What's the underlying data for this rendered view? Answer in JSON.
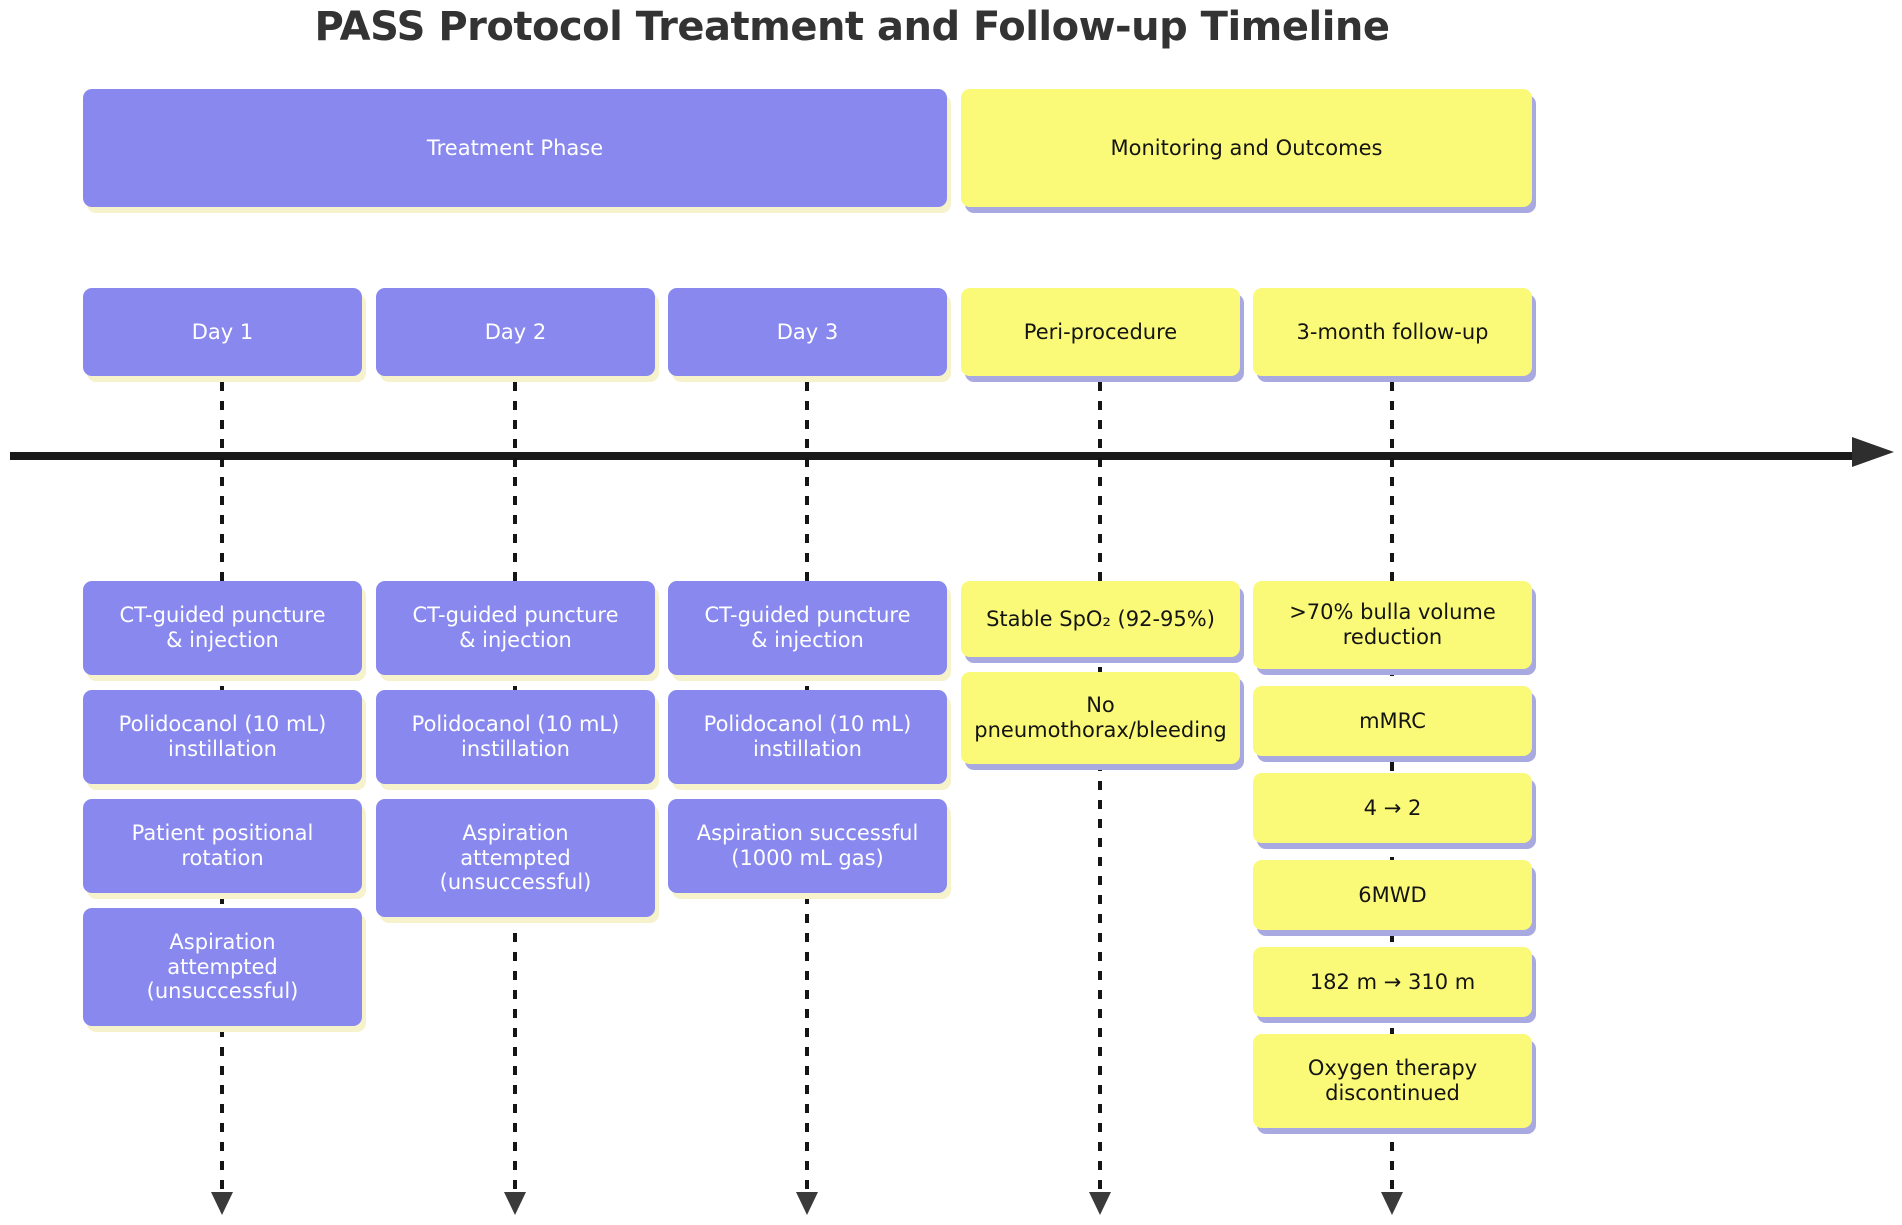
{
  "title": "PASS Protocol Treatment and Follow-up Timeline",
  "colors": {
    "treatment_fill": "#8888ee",
    "monitoring_fill": "#fafa78",
    "treatment_shadow": "#f6f2cc",
    "monitoring_shadow": "#a9a9e2",
    "timeline_line": "#1a1a1a",
    "title_text": "#333333",
    "text_on_purple": "#ffffff",
    "text_on_yellow": "#141414"
  },
  "phases": [
    {
      "label": "Treatment Phase"
    },
    {
      "label": "Monitoring and Outcomes"
    }
  ],
  "columns": [
    {
      "header": "Day 1",
      "items": [
        {
          "lines": [
            "CT-guided puncture",
            "& injection"
          ]
        },
        {
          "lines": [
            "Polidocanol (10 mL)",
            "instillation"
          ]
        },
        {
          "lines": [
            "Patient positional",
            "rotation"
          ]
        },
        {
          "lines": [
            "Aspiration",
            "attempted",
            "(unsuccessful)"
          ]
        }
      ]
    },
    {
      "header": "Day 2",
      "items": [
        {
          "lines": [
            "CT-guided puncture",
            "& injection"
          ]
        },
        {
          "lines": [
            "Polidocanol (10 mL)",
            "instillation"
          ]
        },
        {
          "lines": [
            "Aspiration",
            "attempted",
            "(unsuccessful)"
          ]
        }
      ]
    },
    {
      "header": "Day 3",
      "items": [
        {
          "lines": [
            "CT-guided puncture",
            "& injection"
          ]
        },
        {
          "lines": [
            "Polidocanol (10 mL)",
            "instillation"
          ]
        },
        {
          "lines": [
            "Aspiration successful",
            "(1000 mL gas)"
          ]
        }
      ]
    },
    {
      "header": "Peri-procedure",
      "items": [
        {
          "lines": [
            "Stable SpO₂ (92-95%)"
          ]
        },
        {
          "lines": [
            "No",
            "pneumothorax/bleeding"
          ]
        }
      ]
    },
    {
      "header": "3-month follow-up",
      "items": [
        {
          "lines": [
            ">70% bulla volume",
            "reduction"
          ]
        },
        {
          "lines": [
            "mMRC"
          ]
        },
        {
          "lines": [
            "4 → 2"
          ]
        },
        {
          "lines": [
            "6MWD"
          ]
        },
        {
          "lines": [
            "182 m → 310 m"
          ]
        },
        {
          "lines": [
            "Oxygen therapy",
            "discontinued"
          ]
        }
      ]
    }
  ]
}
